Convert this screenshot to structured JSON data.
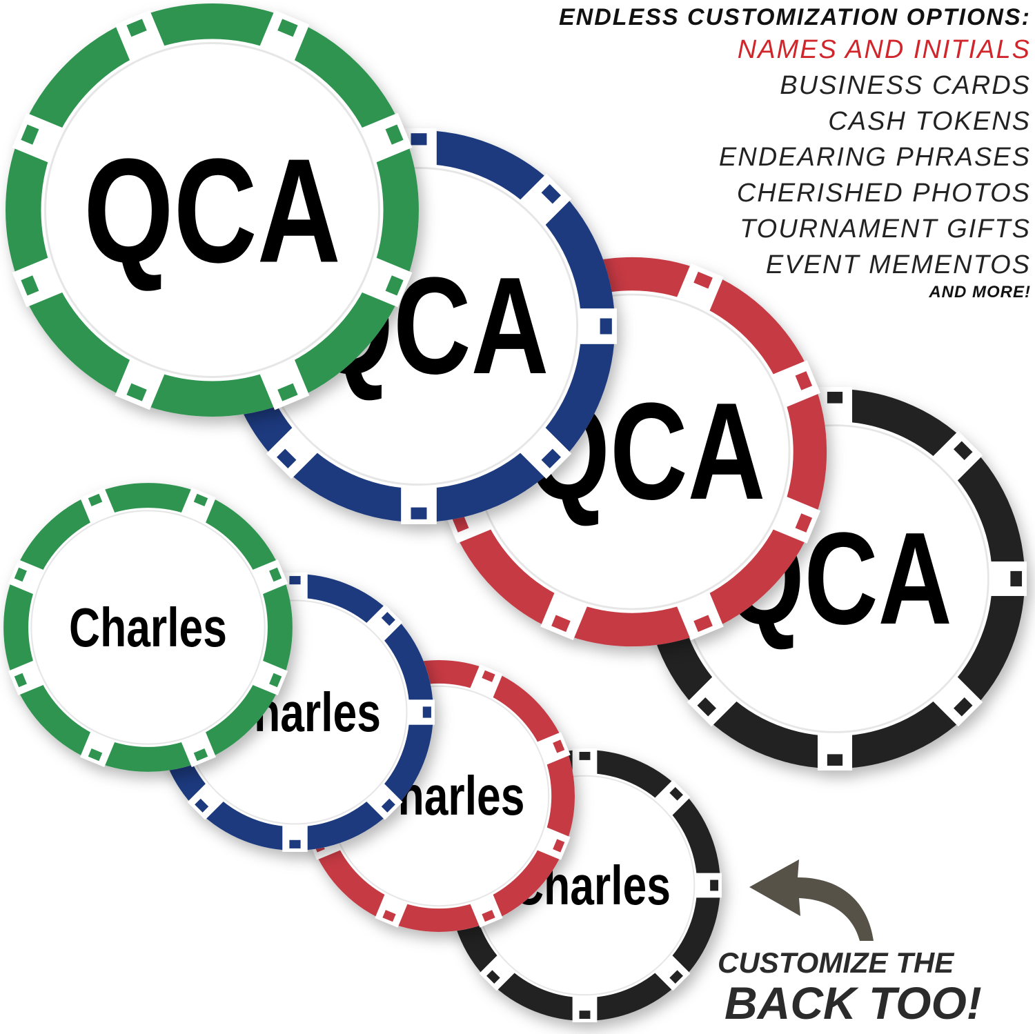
{
  "options": {
    "heading": "ENDLESS CUSTOMIZATION OPTIONS:",
    "items": [
      "NAMES AND INITIALS",
      "BUSINESS CARDS",
      "CASH TOKENS",
      "ENDEARING PHRASES",
      "CHERISHED PHOTOS",
      "TOURNAMENT GIFTS",
      "EVENT MEMENTOS"
    ],
    "more": "AND MORE!",
    "highlight_color": "#d0262b"
  },
  "callout": {
    "line1": "CUSTOMIZE THE",
    "line2": "BACK TOO!",
    "arrow_icon": "curved-arrow-icon"
  },
  "colors": {
    "green": "#2e9450",
    "blue": "#1d3a7e",
    "red": "#c63a44",
    "black": "#222222"
  },
  "chips": [
    {
      "color": "black",
      "text": "QCA"
    },
    {
      "color": "red",
      "text": "QCA"
    },
    {
      "color": "blue",
      "text": "QCA"
    },
    {
      "color": "green",
      "text": "QCA"
    },
    {
      "color": "black",
      "text": "Charles"
    },
    {
      "color": "red",
      "text": "Charles"
    },
    {
      "color": "blue",
      "text": "Charles"
    },
    {
      "color": "green",
      "text": "Charles"
    }
  ]
}
